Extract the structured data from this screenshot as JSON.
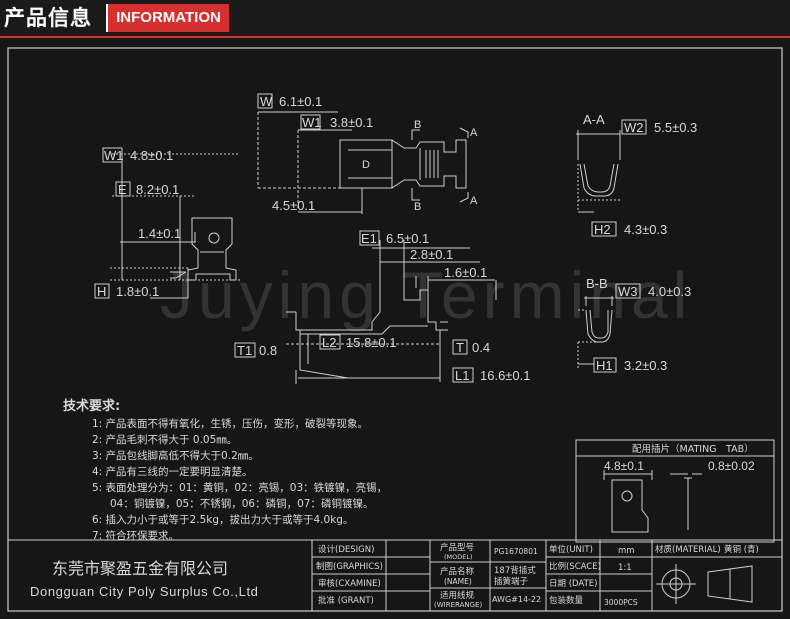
{
  "header": {
    "title_cn": "产品信息",
    "title_en": "INFORMATION"
  },
  "watermark": "Juying Terminal",
  "dimensions": {
    "w_top": "6.1±0.1",
    "w_top_letter": "W",
    "w1_inner": "3.8±0.1",
    "w1_inner_letter": "W1",
    "w1_left": "4.8±0.1",
    "w1_left_letter": "W1",
    "e_left": "8.2±0.1",
    "e_left_letter": "E",
    "mid_4_5": "4.5±0.1",
    "mid_1_4": "1.4±0.1",
    "h_left": "1.8±0.1",
    "h_left_letter": "H",
    "e1": "6.5±0.1",
    "e1_letter": "E1",
    "dim_2_8": "2.8±0.1",
    "dim_1_6": "1.6±0.1",
    "t1": "0.8",
    "t1_letter": "T1",
    "l2": "15.8±0.1",
    "l2_letter": "L2",
    "t": "0.4",
    "t_letter": "T",
    "l1": "16.6±0.1",
    "l1_letter": "L1",
    "section_aa": "A-A",
    "w2": "5.5±0.3",
    "w2_letter": "W2",
    "h2": "4.3±0.3",
    "h2_letter": "H2",
    "section_bb": "B-B",
    "w3": "4.0±0.3",
    "w3_letter": "W3",
    "h1": "3.2±0.3",
    "h1_letter": "H1",
    "label_a1": "A",
    "label_a2": "A",
    "label_b1": "B",
    "label_b2": "B",
    "label_d": "D"
  },
  "tech": {
    "heading": "技术要求:",
    "items": [
      "1: 产品表面不得有氧化，生锈，压伤，变形，破裂等现象。",
      "2: 产品毛刺不得大于 0.05㎜。",
      "3: 产品包线脚高低不得大于0.2㎜。",
      "4: 产品有三线的一定要明显清楚。",
      "5: 表面处理分为：01：黄铜，02：亮锡，03：铁镀镍，亮锡，",
      "04：铜镀镍，05：不锈钢，06：磷铜，07：磷铜镀镍。",
      "6: 插入力小于或等于2.5kg，拔出力大于或等于4.0kg。",
      "7: 符合环保要求。"
    ]
  },
  "mating_tab": {
    "title": "配用插片（MATING　TAB）",
    "width": "4.8±0.1",
    "thickness": "0.8±0.02"
  },
  "title_block": {
    "company_cn": "东莞市聚盈五金有限公司",
    "company_en": "Dongguan City Poly Surplus Co.,Ltd",
    "design": "设计(DESIGN)",
    "graphics": "制图(GRAPHICS)",
    "examine": "审核(CXAMINE)",
    "grant": "批准 (GRANT)",
    "model_cn": "产品型号",
    "model_en": "(MODEL)",
    "model_value": "PG1670801",
    "name_cn": "产品名称",
    "name_en": "(NAME)",
    "name_value1": "187背插式",
    "name_value2": "插簧端子",
    "wire_cn": "适用线规",
    "wire_en": "(WIRERANGE)",
    "wire_value": "AWG#14-22",
    "unit_label": "单位(UNIT)",
    "unit_value": "mm",
    "scale_label": "比例(SCACE)",
    "scale_value": "1:1",
    "date_label": "日期 (DATE)",
    "date_value": "",
    "pack_label": "包装数量",
    "pack_value": "3000PCS",
    "material_label": "材质(MATERIAL)",
    "material_value": "黄铜 (青)"
  }
}
